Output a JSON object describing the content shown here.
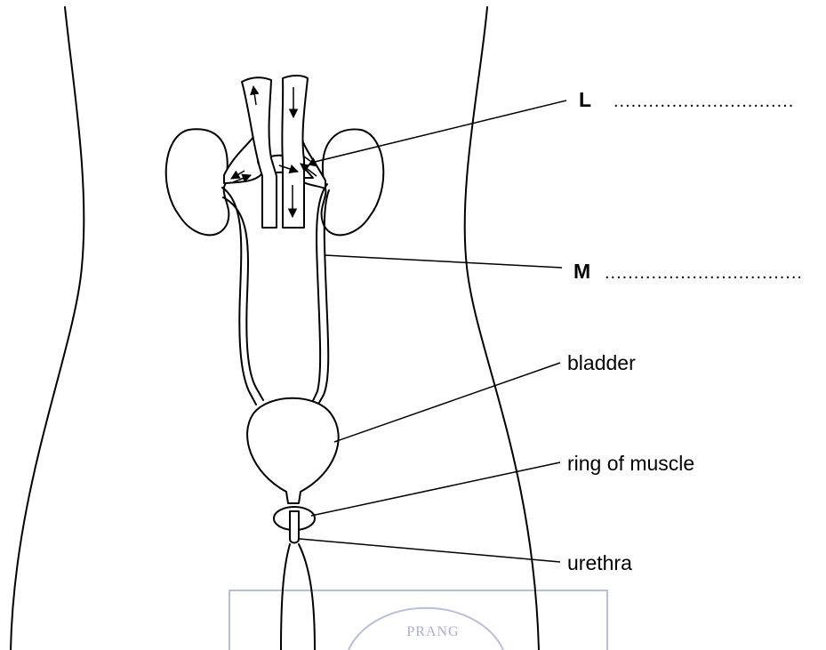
{
  "labels": {
    "L": "L",
    "M": "M",
    "bladder": "bladder",
    "ring_of_muscle": "ring of muscle",
    "urethra": "urethra"
  },
  "answer_lines": {
    "L": "...............................",
    "M": ".................................."
  },
  "watermark": {
    "text": "PRANG"
  }
}
